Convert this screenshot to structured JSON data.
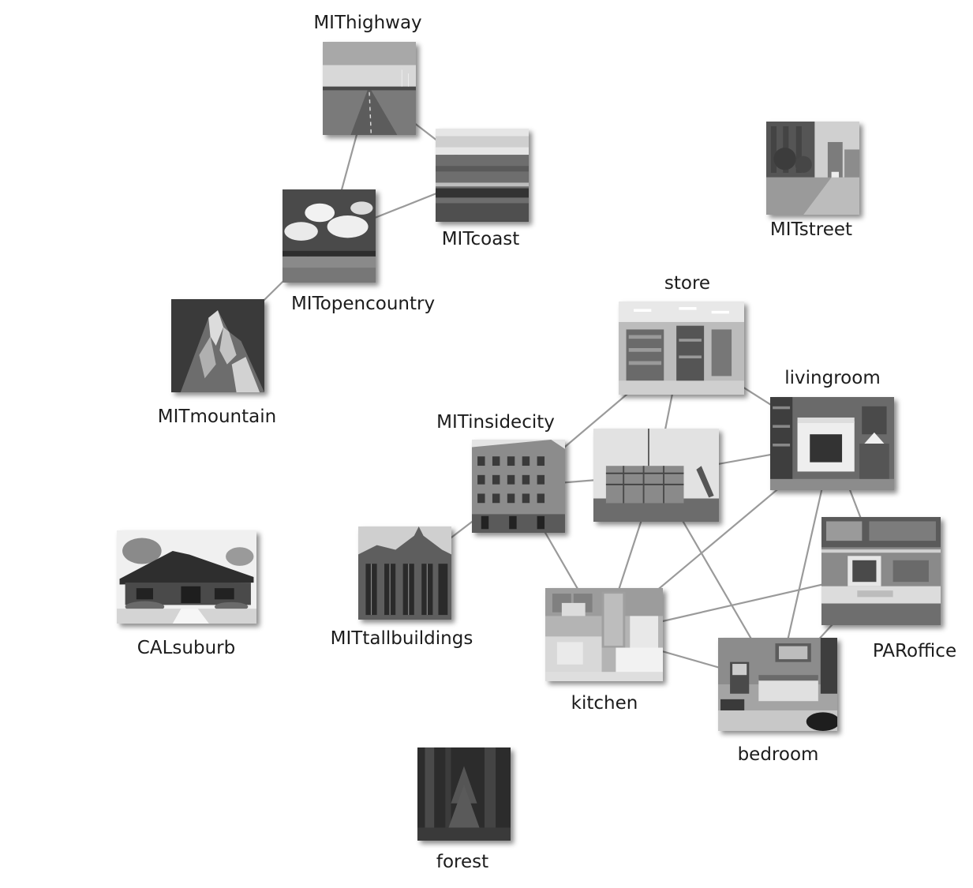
{
  "nodes": {
    "mithighway": {
      "label": "MIThighway"
    },
    "mitcoast": {
      "label": "MITcoast"
    },
    "mitopencountry": {
      "label": "MITopencountry"
    },
    "mitmountain": {
      "label": "MITmountain"
    },
    "mitstreet": {
      "label": "MITstreet"
    },
    "store": {
      "label": "store"
    },
    "livingroom": {
      "label": "livingroom"
    },
    "mitinsidecity": {
      "label": "MITinsidecity"
    },
    "construction": {
      "label": ""
    },
    "mittallbuildings": {
      "label": "MITtallbuildings"
    },
    "calsuburb": {
      "label": "CALsuburb"
    },
    "kitchen": {
      "label": "kitchen"
    },
    "paroffice": {
      "label": "PARoffice"
    },
    "bedroom": {
      "label": "bedroom"
    },
    "forest": {
      "label": "forest"
    }
  },
  "edges": [
    [
      "mithighway",
      "mitcoast"
    ],
    [
      "mithighway",
      "mitopencountry"
    ],
    [
      "mitopencountry",
      "mitcoast"
    ],
    [
      "mitopencountry",
      "mitmountain"
    ],
    [
      "mitinsidecity",
      "store"
    ],
    [
      "store",
      "construction"
    ],
    [
      "store",
      "livingroom"
    ],
    [
      "mitinsidecity",
      "construction"
    ],
    [
      "mitinsidecity",
      "mittallbuildings"
    ],
    [
      "mitinsidecity",
      "kitchen"
    ],
    [
      "construction",
      "livingroom"
    ],
    [
      "construction",
      "kitchen"
    ],
    [
      "construction",
      "bedroom"
    ],
    [
      "livingroom",
      "kitchen"
    ],
    [
      "livingroom",
      "paroffice"
    ],
    [
      "livingroom",
      "bedroom"
    ],
    [
      "kitchen",
      "paroffice"
    ],
    [
      "kitchen",
      "bedroom"
    ],
    [
      "paroffice",
      "bedroom"
    ]
  ],
  "colors": {
    "edge": "#9a9a9a",
    "label": "#1c1c1c"
  }
}
